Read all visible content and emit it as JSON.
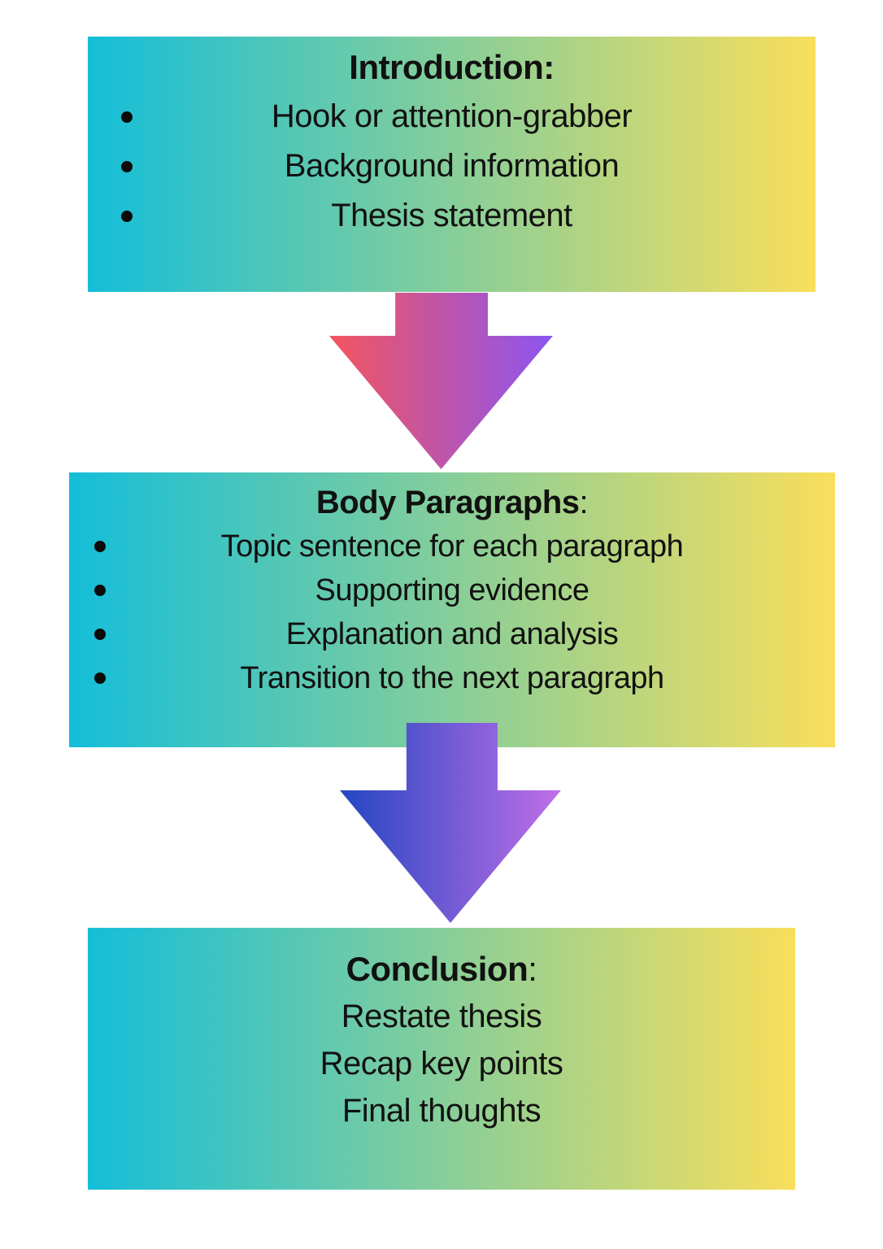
{
  "diagram": {
    "title": "Essay structure flow diagram",
    "text_color": "#111111",
    "box_gradient": {
      "from": "#14BED9",
      "to": "#F9DE5B",
      "direction": "left-to-right"
    },
    "boxes": [
      {
        "heading": "Introduction:",
        "colon": "",
        "bulleted": true,
        "items": [
          "Hook or attention-grabber",
          "Background information",
          "Thesis statement"
        ]
      },
      {
        "heading": "Body Paragraphs",
        "colon": ":",
        "bulleted": true,
        "items": [
          "Topic sentence for each paragraph",
          "Supporting evidence",
          "Explanation and analysis",
          "Transition to the next paragraph"
        ]
      },
      {
        "heading": "Conclusion",
        "colon": ":",
        "bulleted": false,
        "items": [
          "Restate thesis",
          "Recap key points",
          "Final thoughts"
        ]
      }
    ],
    "arrows": [
      {
        "name": "arrow-1",
        "direction": "down",
        "gradient_from": "#F4555E",
        "gradient_to": "#8B55F2"
      },
      {
        "name": "arrow-2",
        "direction": "down",
        "gradient_from": "#2446C2",
        "gradient_to": "#C06FE8"
      }
    ]
  }
}
